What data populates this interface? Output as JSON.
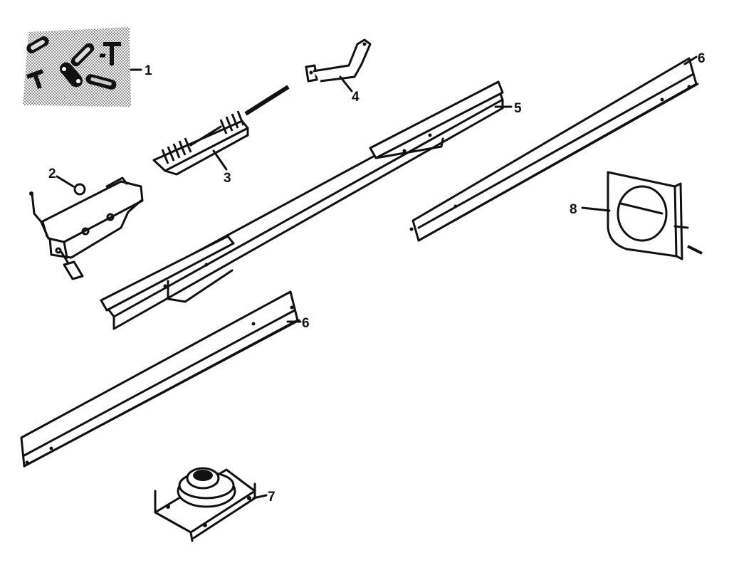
{
  "callouts": {
    "c1": "1",
    "c2": "2",
    "c3": "3",
    "c4": "4",
    "c5": "5",
    "c6a": "6",
    "c6b": "6",
    "c7": "7",
    "c8": "8"
  },
  "colors": {
    "ink": "#111111",
    "paper": "#ffffff",
    "halftone": "#bdbdbd"
  }
}
